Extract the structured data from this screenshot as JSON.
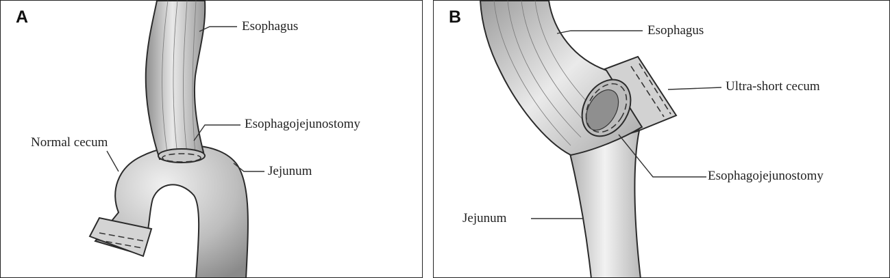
{
  "panel_a": {
    "letter": "A",
    "labels": {
      "esophagus": "Esophagus",
      "esophagojejunostomy": "Esophagojejunostomy",
      "normal_cecum": "Normal cecum",
      "jejunum": "Jejunum"
    }
  },
  "panel_b": {
    "letter": "B",
    "labels": {
      "esophagus": "Esophagus",
      "ultra_short_cecum": "Ultra-short cecum",
      "esophagojejunostomy": "Esophagojejunostomy",
      "jejunum": "Jejunum"
    }
  },
  "colors": {
    "outline": "#2a2a2a",
    "tissue_light": "#eeeeee",
    "tissue_dark": "#9a9a9a"
  }
}
